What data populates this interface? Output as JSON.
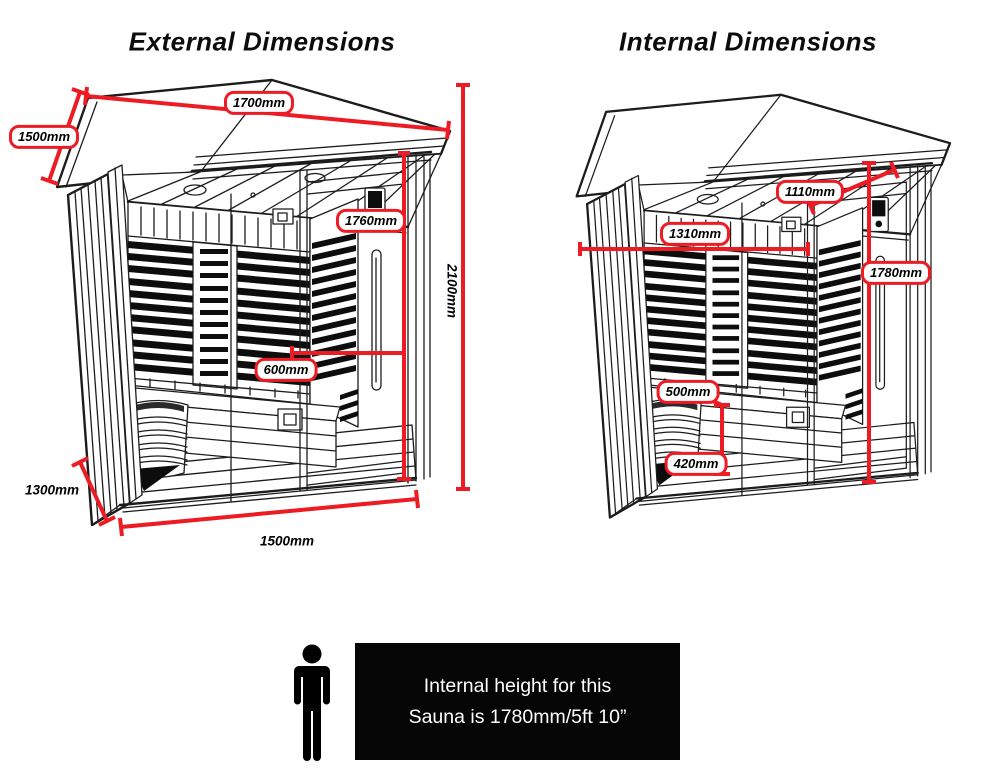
{
  "page": {
    "background": "#ffffff",
    "colors": {
      "dimension_red": "#ed1c24",
      "drawing_line": "#1c1c1c",
      "note_background": "#050505",
      "note_text": "#ffffff",
      "label_text": "#000000"
    }
  },
  "external": {
    "title": "External Dimensions",
    "labels": {
      "roof_width": "1700mm",
      "roof_slope_depth": "1500mm",
      "door_height": "1760mm",
      "overall_height": "2100mm",
      "mid_depth": "600mm",
      "base_depth": "1300mm",
      "base_width": "1500mm"
    }
  },
  "internal": {
    "title": "Internal Dimensions",
    "labels": {
      "top_depth": "1110mm",
      "width": "1310mm",
      "height": "1780mm",
      "upper_bench": "500mm",
      "lower_bench": "420mm"
    }
  },
  "footer_note": {
    "icon": "person-silhouette",
    "line1": "Internal height for this",
    "line2": "Sauna is 1780mm/5ft 10”"
  }
}
